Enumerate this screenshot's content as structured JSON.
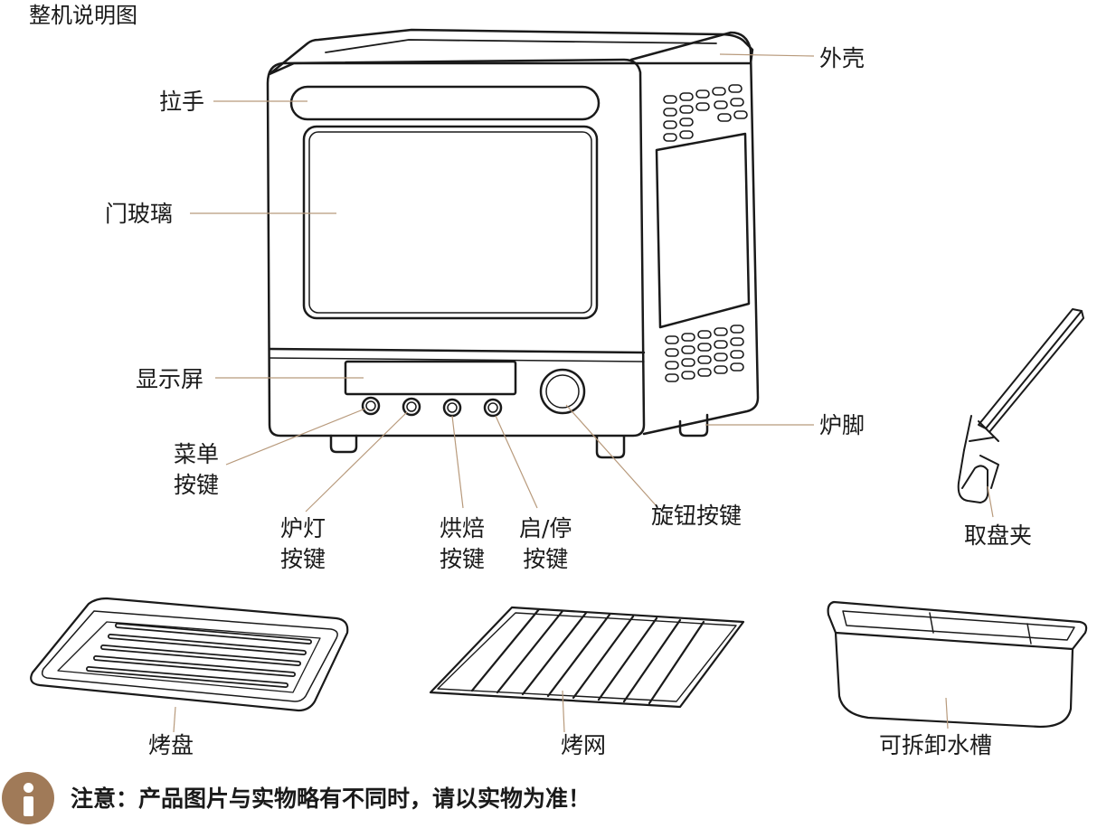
{
  "title": "整机说明图",
  "labels": {
    "handle": "拉手",
    "door_glass": "门玻璃",
    "display": "显示屏",
    "menu_key_1": "菜单",
    "menu_key_2": "按键",
    "light_key_1": "炉灯",
    "light_key_2": "按键",
    "bake_key_1": "烘焙",
    "bake_key_2": "按键",
    "start_key_1": "启/停",
    "start_key_2": "按键",
    "knob_key": "旋钮按键",
    "shell": "外壳",
    "feet": "炉脚",
    "tray_clip": "取盘夹",
    "baking_tray": "烤盘",
    "grill_rack": "烤网",
    "water_tank": "可拆卸水槽"
  },
  "notice": "注意：产品图片与实物略有不同时，请以实物为准！",
  "colors": {
    "leader": "#b89a7c",
    "accent": "#a07a58",
    "ink": "#1a1a1a"
  },
  "icons": {
    "notice": "info-icon"
  }
}
